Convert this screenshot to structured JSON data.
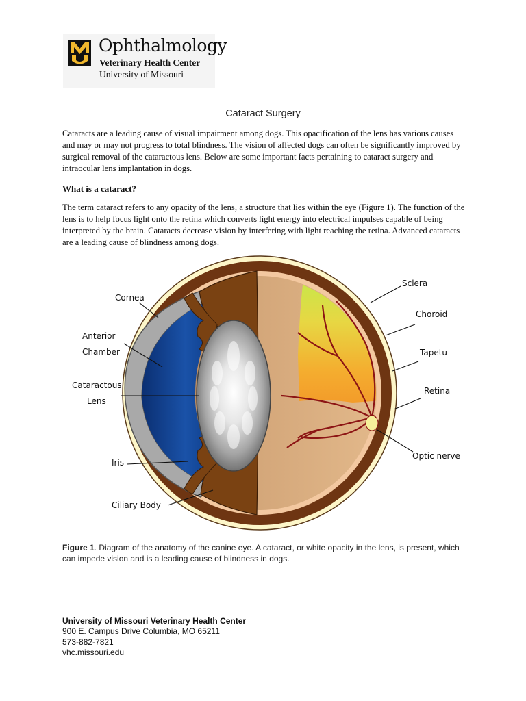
{
  "logo": {
    "mark_letters": "MU",
    "title": "Ophthalmology",
    "subtitle": "Veterinary Health Center",
    "university": "University of Missouri"
  },
  "page_title": "Cataract Surgery",
  "intro": "Cataracts are a leading cause of visual impairment among dogs. This opacification of the lens has various causes and may or may not progress to total blindness. The vision of affected dogs can often be significantly improved by surgical removal of the cataractous lens. Below are some important facts pertaining to cataract surgery and intraocular lens implantation in dogs.",
  "section1": {
    "heading": "What is a cataract?",
    "text_before": "The term cataract refers to any opacity of the lens, a structure that lies within the eye (",
    "figure_ref": "Figure 1",
    "text_after": "). The function of the lens is to help focus light onto the retina which converts light energy into electrical impulses capable of being interpreted by the brain. Cataracts decrease vision by interfering with light reaching the retina. Advanced cataracts are a leading cause of blindness among dogs."
  },
  "diagram": {
    "labels": {
      "cornea": "Cornea",
      "anterior_chamber_1": "Anterior",
      "anterior_chamber_2": "Chamber",
      "cataractous_lens_1": "Cataractous",
      "cataractous_lens_2": "Lens",
      "iris": "Iris",
      "ciliary_body": "Ciliary Body",
      "sclera": "Sclera",
      "choroid": "Choroid",
      "tapetum": "Tapetu",
      "retina": "Retina",
      "optic_nerve": "Optic nerve"
    },
    "colors": {
      "sclera": "#fdf6c9",
      "choroid": "#6e3512",
      "retina": "#f3c8a0",
      "vitreous": "#c7996c",
      "tapetum": "#f4a92d",
      "tapetum_green": "#b9e03a",
      "cornea": "#a9a9a9",
      "anterior_chamber": "#103e8c",
      "iris": "#7a4212",
      "vessels": "#8c1414"
    }
  },
  "caption": {
    "label": "Figure 1",
    "text": ". Diagram of the anatomy of the canine eye. A cataract, or white opacity in the lens, is present, which can impede vision and is a leading cause of blindness in dogs."
  },
  "footer": {
    "org": "University of Missouri Veterinary Health Center",
    "address": "900 E. Campus Drive Columbia, MO 65211",
    "phone": "573-882-7821",
    "website": "vhc.missouri.edu"
  }
}
